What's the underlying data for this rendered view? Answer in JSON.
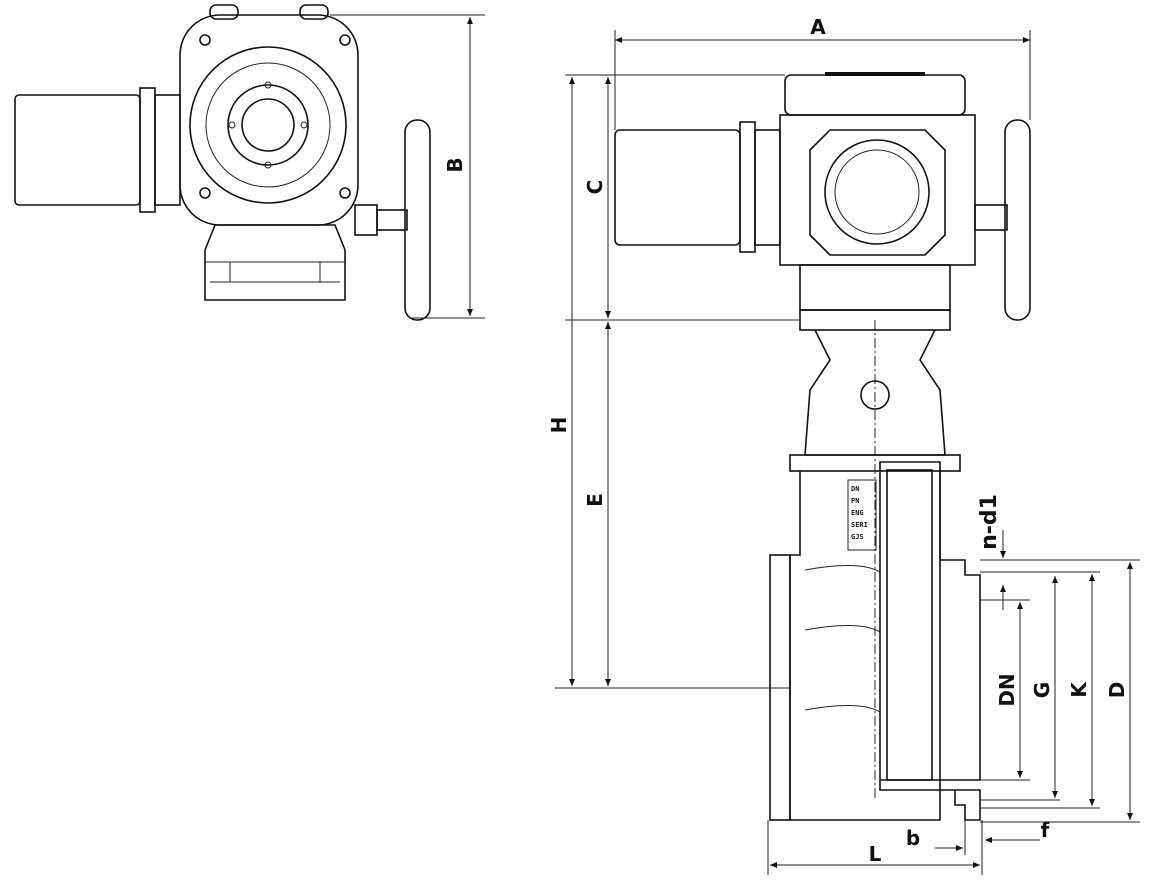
{
  "drawing": {
    "title": "Electric actuated gate valve dimension drawing",
    "dimension_labels": {
      "A": "A",
      "B": "B",
      "C": "C",
      "H": "H",
      "E": "E",
      "n_d1": "n-d1",
      "DN": "DN",
      "G": "G",
      "K": "K",
      "D": "D",
      "L": "L",
      "b": "b",
      "f": "f"
    },
    "nameplate": [
      "DN",
      "PN",
      "ENG",
      "SERI",
      "GJS"
    ]
  }
}
